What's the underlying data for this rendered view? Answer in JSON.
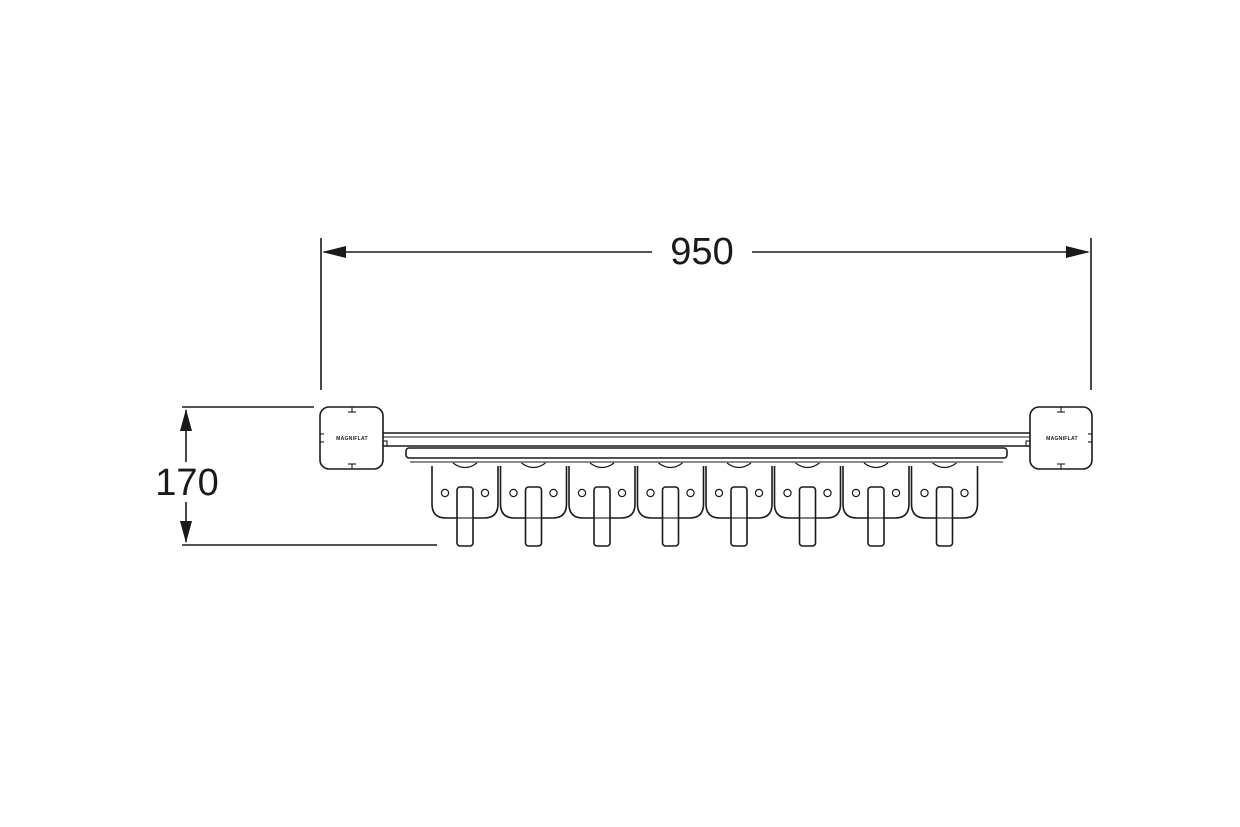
{
  "dimensions": {
    "width_label": "950",
    "height_label": "170"
  },
  "end_caps": {
    "brand_left": "MAGNIFLAT",
    "brand_right": "MAGNIFLAT"
  },
  "hooks": {
    "count": 8
  },
  "colors": {
    "line": "#1a1a1a",
    "background": "#ffffff"
  }
}
